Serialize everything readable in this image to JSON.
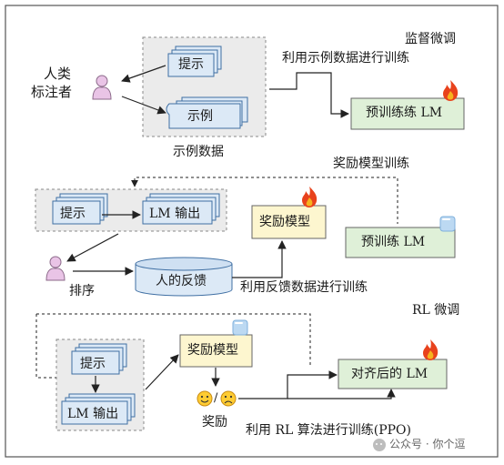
{
  "colors": {
    "border": "#555555",
    "dash_panel": "#ebebeb",
    "doc_fill": "#dce9f6",
    "doc_stroke": "#3f6fa3",
    "green_box": "#dff0d8",
    "yellow_box": "#fdf6cf",
    "person": "#e9c4e6",
    "fire": "#e8421c",
    "ice": "#bcd9f2"
  },
  "icons": [
    "person-icon",
    "fire-icon",
    "ice-cube-icon",
    "smile-emoji-icon",
    "sad-emoji-icon",
    "wechat-icon"
  ],
  "section1": {
    "title": "监督微调",
    "annotator": [
      "人类",
      "标注者"
    ],
    "prompt": "提示",
    "example": "示例",
    "data_caption": "示例数据",
    "arrow_label": "利用示例数据进行训练",
    "model": "预训练练 LM"
  },
  "section2": {
    "title": "奖励模型训练",
    "prompt": "提示",
    "lm_output": "LM 输出",
    "reward_model": "奖励模型",
    "pretrained": "预训练 LM",
    "ranking": "排序",
    "feedback": "人的反馈",
    "arrow_label": "利用反馈数据进行训练"
  },
  "section3": {
    "title": "RL 微调",
    "prompt": "提示",
    "lm_output": "LM 输出",
    "reward_model": "奖励模型",
    "reward": "奖励",
    "emoji_sep": "/",
    "aligned": "对齐后的 LM",
    "arrow_label": "利用 RL 算法进行训练(PPO)"
  },
  "watermark": "公众号 · 你个逗"
}
